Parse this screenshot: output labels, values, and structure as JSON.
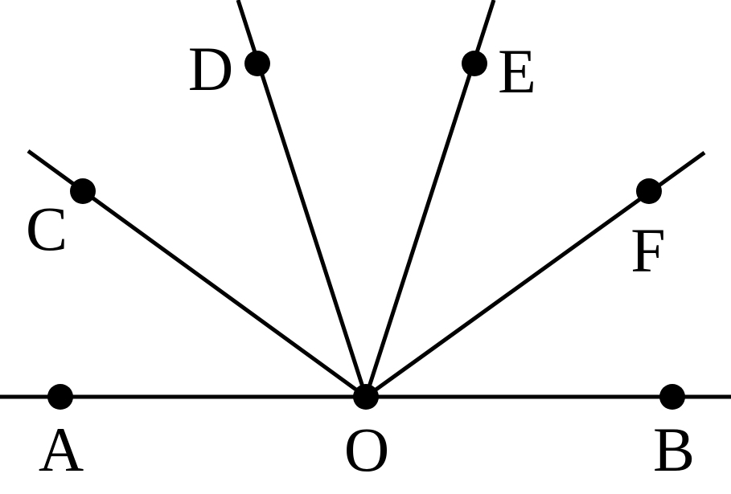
{
  "diagram": {
    "points": {
      "A": "A",
      "O": "O",
      "B": "B",
      "C": "C",
      "D": "D",
      "E": "E",
      "F": "F"
    },
    "colors": {
      "ink": "#000000",
      "background": "#ffffff"
    }
  }
}
